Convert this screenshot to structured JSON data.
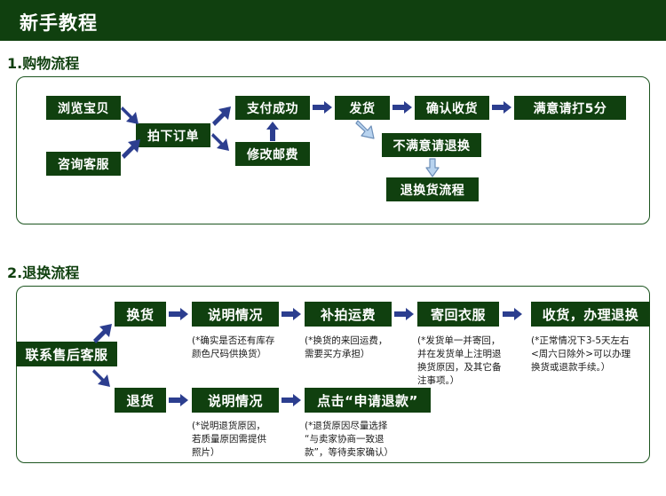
{
  "header": {
    "title": "新手教程"
  },
  "sections": [
    {
      "id": "shopping",
      "title": "1.购物流程",
      "boxes": [
        {
          "name": "browse-item",
          "label": "浏览宝贝"
        },
        {
          "name": "consult-service",
          "label": "咨询客服"
        },
        {
          "name": "place-order",
          "label": "拍下订单"
        },
        {
          "name": "pay-success",
          "label": "支付成功"
        },
        {
          "name": "modify-postage",
          "label": "修改邮费"
        },
        {
          "name": "ship-goods",
          "label": "发货"
        },
        {
          "name": "confirm-receipt",
          "label": "确认收货"
        },
        {
          "name": "rate-five-stars",
          "label": "满意请打5分"
        },
        {
          "name": "unsatisfied-return",
          "label": "不满意请退换"
        },
        {
          "name": "return-exchange-flow",
          "label": "退换货流程"
        }
      ]
    },
    {
      "id": "return",
      "title": "2.退换流程",
      "boxes": [
        {
          "name": "contact-after-sales",
          "label": "联系售后客服"
        },
        {
          "name": "exchange",
          "label": "换货"
        },
        {
          "name": "explain-situation-exchange",
          "label": "说明情况"
        },
        {
          "name": "extra-shipping-fee",
          "label": "补拍运费"
        },
        {
          "name": "send-back-clothes",
          "label": "寄回衣服"
        },
        {
          "name": "receive-process-exchange",
          "label": "收货，办理退换"
        },
        {
          "name": "refund",
          "label": "退货"
        },
        {
          "name": "explain-situation-refund",
          "label": "说明情况"
        },
        {
          "name": "click-apply-refund",
          "label": "点击“申请退款”"
        }
      ],
      "notes": [
        {
          "name": "note-exchange-stock",
          "text": "(*确实是否还有库存\n颜色尺码供换货）"
        },
        {
          "name": "note-shipping-cost",
          "text": "(*换货的来回运费，\n需要买方承担）"
        },
        {
          "name": "note-send-back",
          "text": "(*发货单一并寄回，\n并在发货单上注明退\n换货原因，及其它备\n注事项。）"
        },
        {
          "name": "note-processing-time",
          "text": "(*正常情况下3-5天左右\n<周六日除外>可以办理\n换货或退款手续。）"
        },
        {
          "name": "note-refund-reason",
          "text": "(*说明退货原因，\n若质量原因需提供\n照片）"
        },
        {
          "name": "note-refund-select",
          "text": "(*退货原因尽量选择\n“与卖家协商一致退\n款”，等待卖家确认）"
        }
      ]
    }
  ],
  "colors": {
    "header_green": "#10400f",
    "box_green": "#10400f",
    "panel_border": "#1d5520",
    "arrow_blue": "#2c3e8f",
    "arrow_light_blue": "#9fc0e8"
  }
}
